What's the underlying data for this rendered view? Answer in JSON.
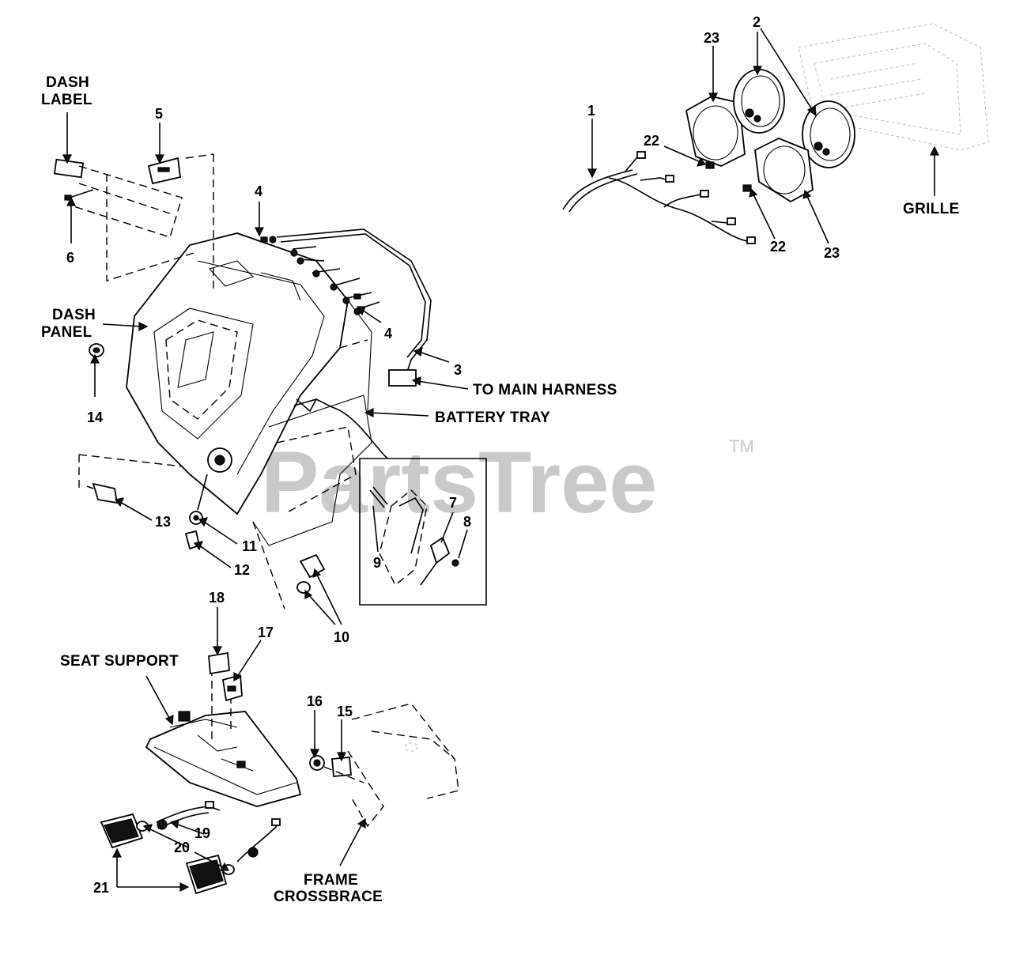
{
  "watermark": {
    "brand": "PartsTree",
    "tm": "TM"
  },
  "captions": {
    "dash_label_1": "DASH",
    "dash_label_2": "LABEL",
    "dash_panel_1": "DASH",
    "dash_panel_2": "PANEL",
    "grille": "GRILLE",
    "to_main_harness": "TO MAIN HARNESS",
    "battery_tray": "BATTERY TRAY",
    "seat_support": "SEAT SUPPORT",
    "frame_crossbrace_1": "FRAME",
    "frame_crossbrace_2": "CROSSBRACE"
  },
  "callouts": {
    "n1": "1",
    "n2": "2",
    "n3": "3",
    "n4a": "4",
    "n4b": "4",
    "n5": "5",
    "n6": "6",
    "n7": "7",
    "n8": "8",
    "n9": "9",
    "n10": "10",
    "n11": "11",
    "n12": "12",
    "n13": "13",
    "n14": "14",
    "n15": "15",
    "n16": "16",
    "n17": "17",
    "n18": "18",
    "n19": "19",
    "n20": "20",
    "n21": "21",
    "n22a": "22",
    "n22b": "22",
    "n23a": "23",
    "n23b": "23"
  }
}
